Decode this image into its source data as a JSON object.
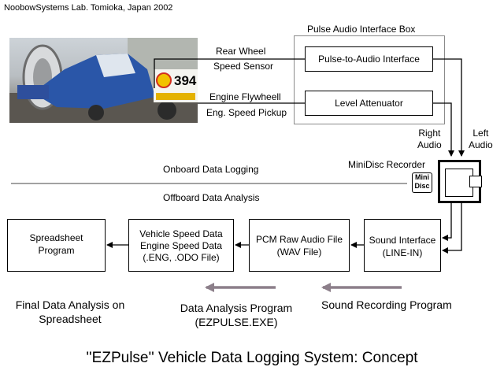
{
  "credit": "NoobowSystems Lab. Tomioka, Japan 2002",
  "interface_box": {
    "title": "Pulse Audio Interface Box",
    "pulse_to_audio": "Pulse-to-Audio Interface",
    "level_attenuator": "Level Attenuator"
  },
  "sensors": {
    "rear_wheel_line1": "Rear Wheel",
    "rear_wheel_line2": "Speed Sensor",
    "engine_line1": "Engine Flywheell",
    "engine_line2": "Eng. Speed Pickup"
  },
  "photo": {
    "race_number": "394"
  },
  "audio_labels": {
    "right_line1": "Right",
    "right_line2": "Audio",
    "left_line1": "Left",
    "left_line2": "Audio"
  },
  "minidisc": {
    "label": "MiniDisc Recorder",
    "logo_line1": "Mini",
    "logo_line2": "Disc"
  },
  "divider": {
    "onboard": "Onboard Data Logging",
    "offboard": "Offboard Data Analysis"
  },
  "boxes": {
    "spreadsheet_line1": "Spreadsheet",
    "spreadsheet_line2": "Program",
    "vehicle_line1": "Vehicle Speed Data",
    "vehicle_line2": "Engine Speed Data",
    "vehicle_line3": "(.ENG, .ODO File)",
    "pcm_line1": "PCM Raw Audio File",
    "pcm_line2": "(WAV File)",
    "sound_line1": "Sound Interface",
    "sound_line2": "(LINE-IN)"
  },
  "stages": {
    "final_line1": "Final Data Analysis on",
    "final_line2": "Spreadsheet",
    "analysis_line1": "Data Analysis Program",
    "analysis_line2": "(EZPULSE.EXE)",
    "recording": "Sound Recording Program"
  },
  "title": "''EZPulse'' Vehicle Data Logging System: Concept",
  "colors": {
    "stage_arrow": "#8c7f8a",
    "box_line": "#000000"
  }
}
